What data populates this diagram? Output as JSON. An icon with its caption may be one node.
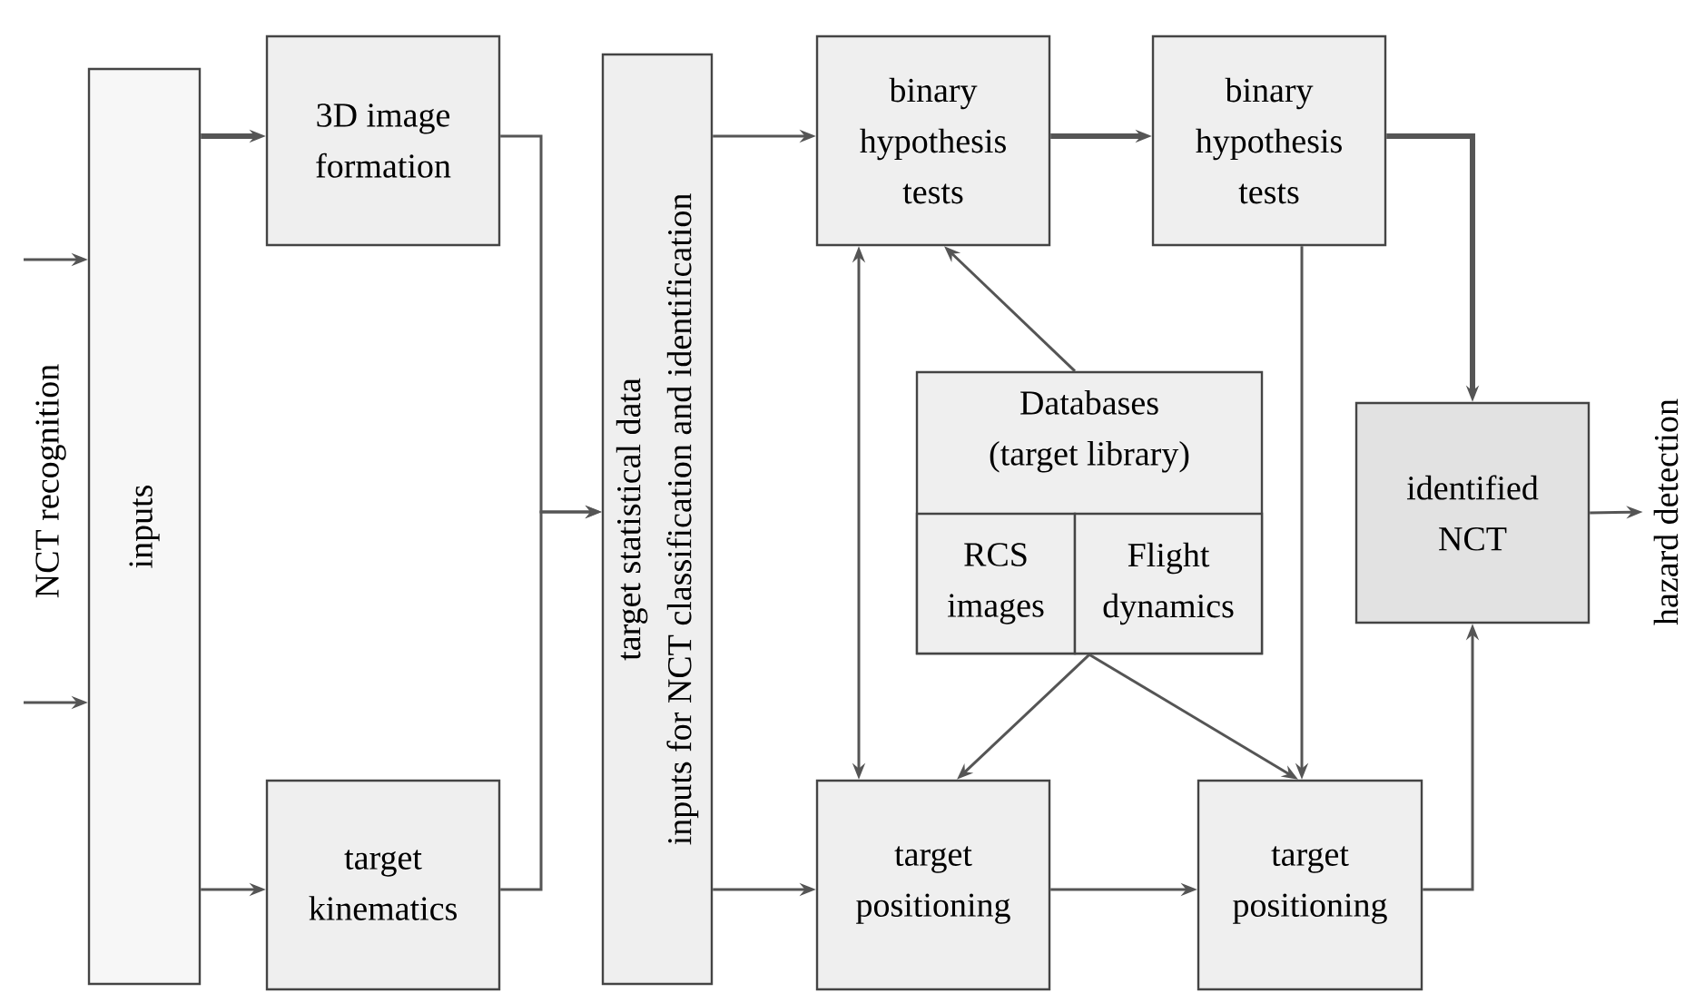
{
  "diagram": {
    "nodes": [
      {
        "text": [
          "inputs"
        ]
      },
      {
        "text": [
          "3D image formation"
        ]
      },
      {
        "text": [
          "target kinematics"
        ]
      },
      {
        "text": [
          "target statistical data",
          "inputs for NCT classification and identification"
        ]
      },
      {
        "text": [
          "binary hypothesis tests"
        ]
      },
      {
        "text": [
          "binary hypothesis tests"
        ]
      },
      {
        "text": [
          "Databases (target library)"
        ]
      },
      {
        "text": [
          "RCS images"
        ],
        "in": 6
      },
      {
        "text": [
          "Flight dynamics"
        ],
        "in": 6
      },
      {
        "text": [
          "identified NCT"
        ]
      },
      {
        "text": [
          "target positioning"
        ]
      },
      {
        "text": [
          "target positioning"
        ]
      },
      {
        "text": [
          "hazard detection"
        ]
      }
    ],
    "edges": [
      {
        "from": null,
        "to": 0,
        "arrow": "to"
      },
      {
        "from": null,
        "to": 0,
        "arrow": "to"
      },
      {
        "from": 0,
        "to": 1,
        "arrow": "to",
        "style": "thick"
      },
      {
        "from": 0,
        "to": 2,
        "arrow": "to"
      },
      {
        "from": 1,
        "to": 3,
        "arrow": "to"
      },
      {
        "from": 2,
        "to": 3,
        "arrow": "to"
      },
      {
        "from": 3,
        "to": 4,
        "arrow": "to"
      },
      {
        "from": 3,
        "to": 10,
        "arrow": "to"
      },
      {
        "from": 4,
        "to": 5,
        "arrow": "to",
        "style": "thick"
      },
      {
        "from": 6,
        "to": 4,
        "arrow": "to"
      },
      {
        "from": 4,
        "to": 10,
        "arrow": "both"
      },
      {
        "from": 6,
        "to": 10,
        "arrow": "to"
      },
      {
        "from": 6,
        "to": 11,
        "arrow": "to"
      },
      {
        "from": 5,
        "to": 11,
        "arrow": "to"
      },
      {
        "from": 5,
        "to": 9,
        "arrow": "to",
        "style": "thick"
      },
      {
        "from": 10,
        "to": 11,
        "arrow": "to"
      },
      {
        "from": 11,
        "to": 9,
        "arrow": "to"
      },
      {
        "from": 9,
        "to": 12,
        "arrow": "to"
      }
    ],
    "labels": [
      "NCT recognition"
    ]
  }
}
